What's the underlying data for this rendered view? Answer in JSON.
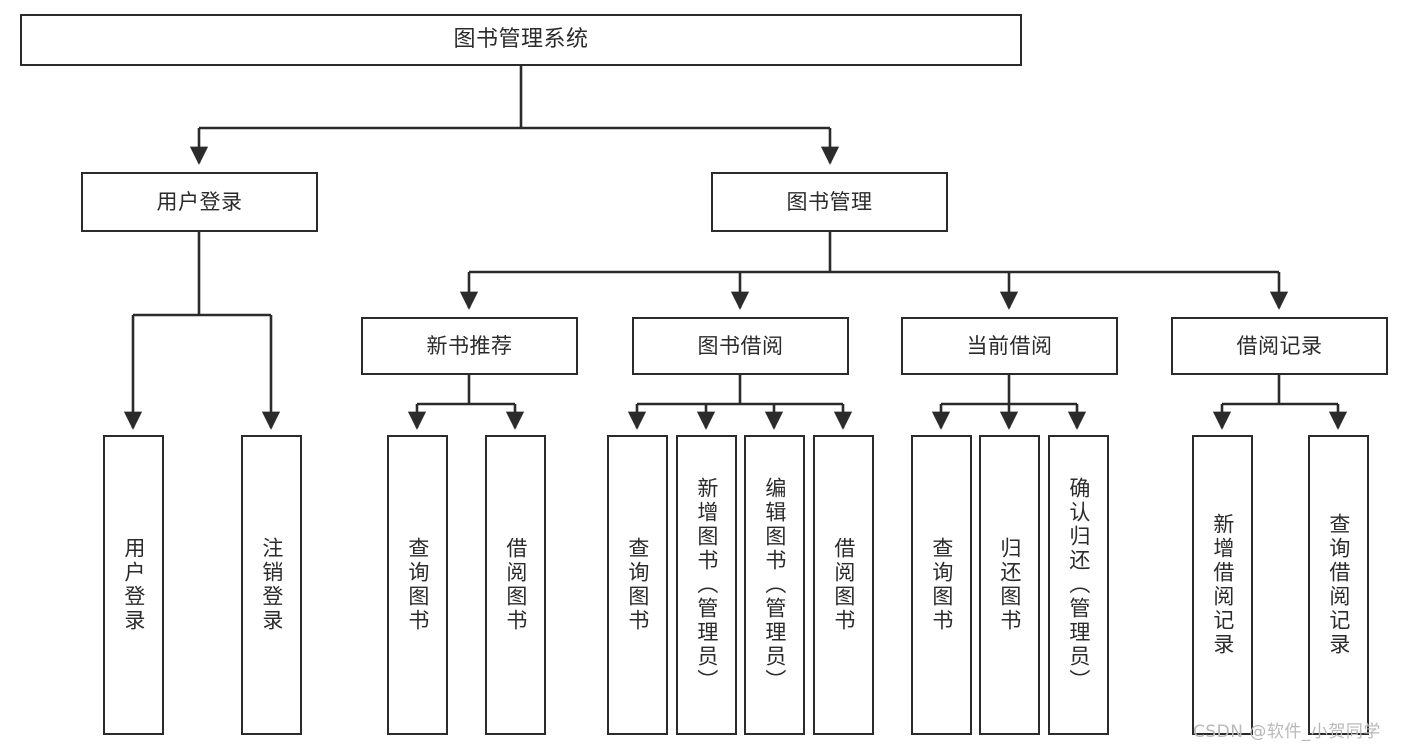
{
  "diagram": {
    "type": "hierarchy-tree",
    "title": "图书管理系统",
    "orientation": "top-down",
    "levels": 4,
    "nodes": {
      "root": {
        "label": "图书管理系统",
        "level": 0
      },
      "user_login": {
        "label": "用户登录",
        "level": 1
      },
      "book_manage": {
        "label": "图书管理",
        "level": 1
      },
      "new_book_rec": {
        "label": "新书推荐",
        "level": 2
      },
      "book_borrow": {
        "label": "图书借阅",
        "level": 2
      },
      "current_borrow": {
        "label": "当前借阅",
        "level": 2
      },
      "borrow_record": {
        "label": "借阅记录",
        "level": 2
      },
      "leaf_user_login": {
        "label": "用户登录",
        "level": 3
      },
      "leaf_logout": {
        "label": "注销登录",
        "level": 3
      },
      "leaf_query_book_1": {
        "label": "查询图书",
        "level": 3
      },
      "leaf_borrow_book_1": {
        "label": "借阅图书",
        "level": 3
      },
      "leaf_query_book_2": {
        "label": "查询图书",
        "level": 3
      },
      "leaf_add_book": {
        "label": "新增图书（管理员）",
        "level": 3
      },
      "leaf_edit_book": {
        "label": "编辑图书（管理员）",
        "level": 3
      },
      "leaf_borrow_book_2": {
        "label": "借阅图书",
        "level": 3
      },
      "leaf_query_book_3": {
        "label": "查询图书",
        "level": 3
      },
      "leaf_return_book": {
        "label": "归还图书",
        "level": 3
      },
      "leaf_confirm_return": {
        "label": "确认归还（管理员）",
        "level": 3
      },
      "leaf_add_record": {
        "label": "新增借阅记录",
        "level": 3
      },
      "leaf_query_record": {
        "label": "查询借阅记录",
        "level": 3
      }
    },
    "edges": [
      {
        "from": "root",
        "to": "user_login"
      },
      {
        "from": "root",
        "to": "book_manage"
      },
      {
        "from": "user_login",
        "to": "leaf_user_login"
      },
      {
        "from": "user_login",
        "to": "leaf_logout"
      },
      {
        "from": "book_manage",
        "to": "new_book_rec"
      },
      {
        "from": "book_manage",
        "to": "book_borrow"
      },
      {
        "from": "book_manage",
        "to": "current_borrow"
      },
      {
        "from": "book_manage",
        "to": "borrow_record"
      },
      {
        "from": "new_book_rec",
        "to": "leaf_query_book_1"
      },
      {
        "from": "new_book_rec",
        "to": "leaf_borrow_book_1"
      },
      {
        "from": "book_borrow",
        "to": "leaf_query_book_2"
      },
      {
        "from": "book_borrow",
        "to": "leaf_add_book"
      },
      {
        "from": "book_borrow",
        "to": "leaf_edit_book"
      },
      {
        "from": "book_borrow",
        "to": "leaf_borrow_book_2"
      },
      {
        "from": "current_borrow",
        "to": "leaf_query_book_3"
      },
      {
        "from": "current_borrow",
        "to": "leaf_return_book"
      },
      {
        "from": "current_borrow",
        "to": "leaf_confirm_return"
      },
      {
        "from": "borrow_record",
        "to": "leaf_add_record"
      },
      {
        "from": "borrow_record",
        "to": "leaf_query_record"
      }
    ],
    "colors": {
      "stroke": "#2b2b2b",
      "fill": "#ffffff",
      "text": "#2b2b2b",
      "watermark": "#b9b9b9"
    }
  },
  "watermark": {
    "text": "CSDN @软件_小贺同学"
  }
}
